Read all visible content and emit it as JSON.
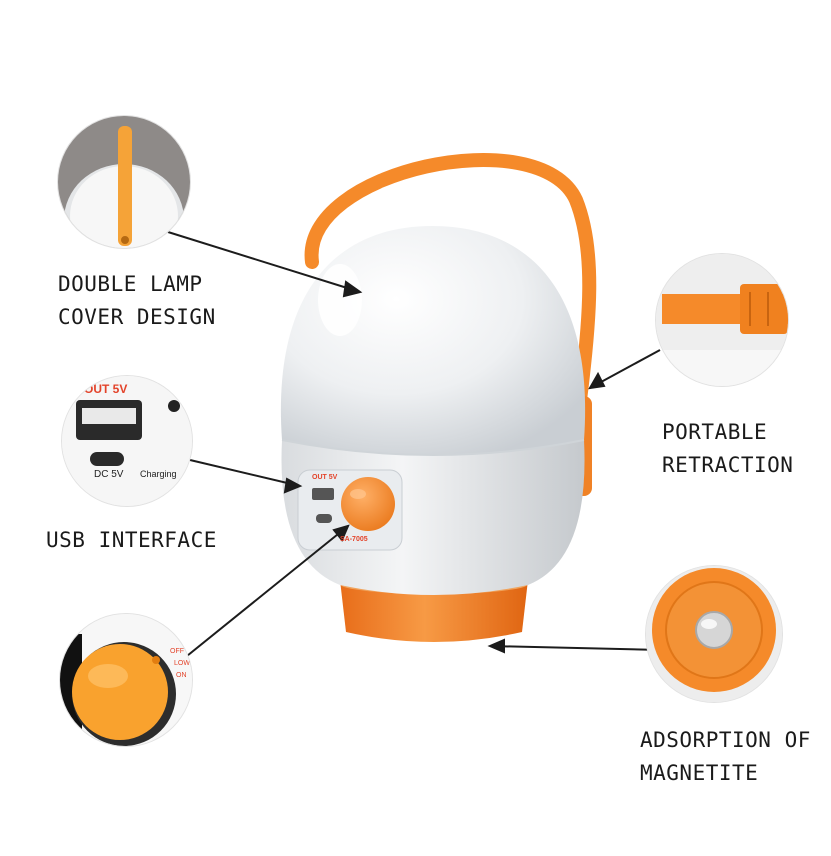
{
  "callouts": {
    "double_lamp": {
      "line1": "DOUBLE LAMP",
      "line2": "COVER DESIGN"
    },
    "usb": {
      "line1": "USB INTERFACE"
    },
    "portable": {
      "line1": "PORTABLE",
      "line2": "RETRACTION"
    },
    "magnet": {
      "line1": "ADSORPTION OF",
      "line2": "MAGNETITE"
    }
  },
  "product_labels": {
    "out": "OUT 5V",
    "dc": "DC 5V",
    "charging": "Charging",
    "model": "SA-7005",
    "off": "OFF",
    "low": "LOW",
    "on": "ON"
  },
  "colors": {
    "accent_orange": "#f58a2a",
    "lamp_white": "#eef0f2",
    "lamp_grey": "#c9ced3"
  }
}
